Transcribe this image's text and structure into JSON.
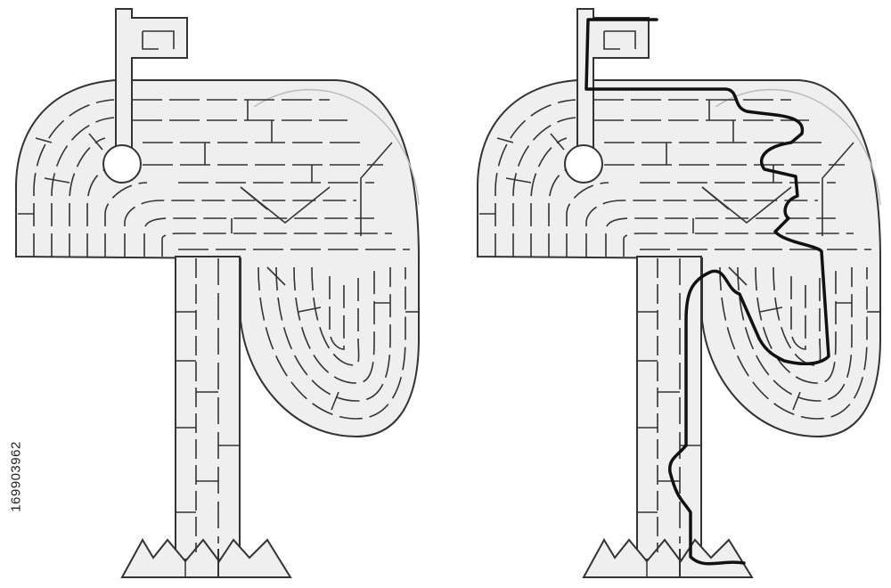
{
  "puzzle": {
    "theme": "mailbox maze",
    "panels": [
      {
        "id": "unsolved",
        "shows_solution": false
      },
      {
        "id": "solved",
        "shows_solution": true
      }
    ],
    "colors": {
      "maze_fill": "#eeeeee",
      "wall": "#333333",
      "solution_path": "#111111",
      "background": "#ffffff"
    }
  },
  "stock_id": "169903962"
}
